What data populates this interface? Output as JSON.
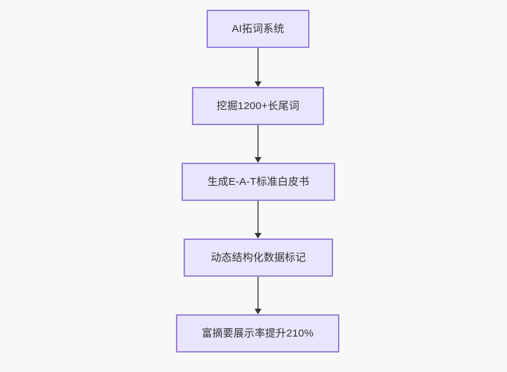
{
  "diagram": {
    "type": "flowchart",
    "orientation": "top-to-bottom",
    "background_color": "#f8f8f8",
    "node_fill_color": "#e8e5fc",
    "node_border_color": "#9a7fd8",
    "node_text_color": "#333333",
    "connector_color": "#6e6e6e",
    "arrowhead_color": "#333333",
    "nodes": [
      {
        "id": "node-0",
        "label": "AI拓词系统"
      },
      {
        "id": "node-1",
        "label": "挖掘1200+长尾词"
      },
      {
        "id": "node-2",
        "label": "生成E-A-T标准白皮书"
      },
      {
        "id": "node-3",
        "label": "动态结构化数据标记"
      },
      {
        "id": "node-4",
        "label": "富摘要展示率提升210%"
      }
    ],
    "edges": [
      {
        "id": "connector-0",
        "from": "node-0",
        "to": "node-1"
      },
      {
        "id": "connector-1",
        "from": "node-1",
        "to": "node-2"
      },
      {
        "id": "connector-2",
        "from": "node-2",
        "to": "node-3"
      },
      {
        "id": "connector-3",
        "from": "node-3",
        "to": "node-4"
      }
    ]
  }
}
